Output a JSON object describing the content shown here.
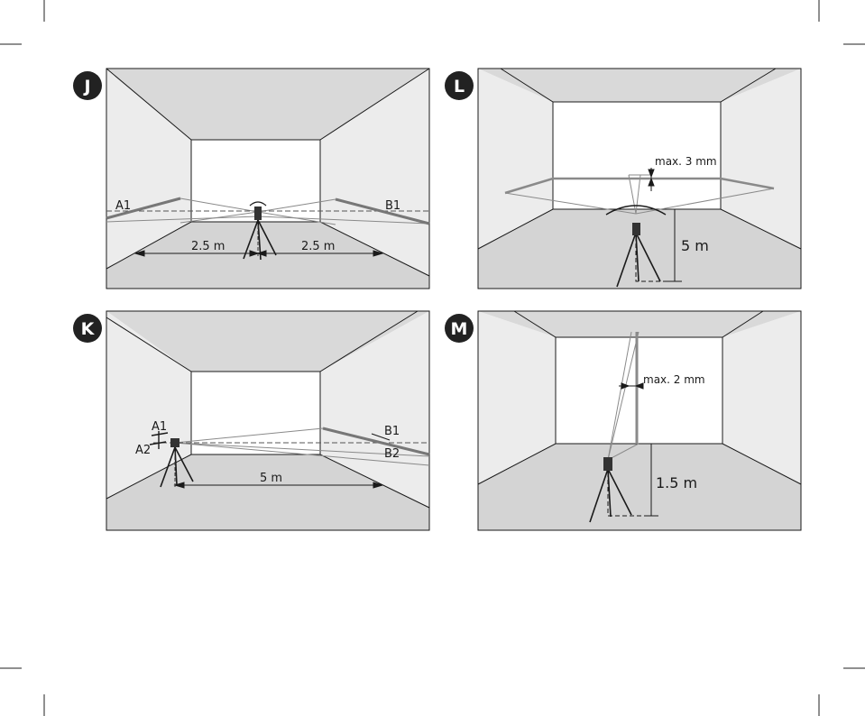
{
  "panels": {
    "J": {
      "badge": "J",
      "label_a": "A1",
      "label_b": "B1",
      "dist_left": "2.5 m",
      "dist_right": "2.5 m"
    },
    "L": {
      "badge": "L",
      "tolerance": "max. 3 mm",
      "height": "5 m"
    },
    "K": {
      "badge": "K",
      "label_a1": "A1",
      "label_a2": "A2",
      "label_b1": "B1",
      "label_b2": "B2",
      "distance": "5 m"
    },
    "M": {
      "badge": "M",
      "tolerance": "max. 2 mm",
      "height": "1.5 m"
    }
  },
  "colors": {
    "ceiling": "#d9d9d9",
    "side_wall": "#ececec",
    "back_wall": "#ffffff",
    "floor": "#d4d4d4",
    "line": "#1a1a1a",
    "laser": "#8a8a8a",
    "badge": "#222222"
  }
}
